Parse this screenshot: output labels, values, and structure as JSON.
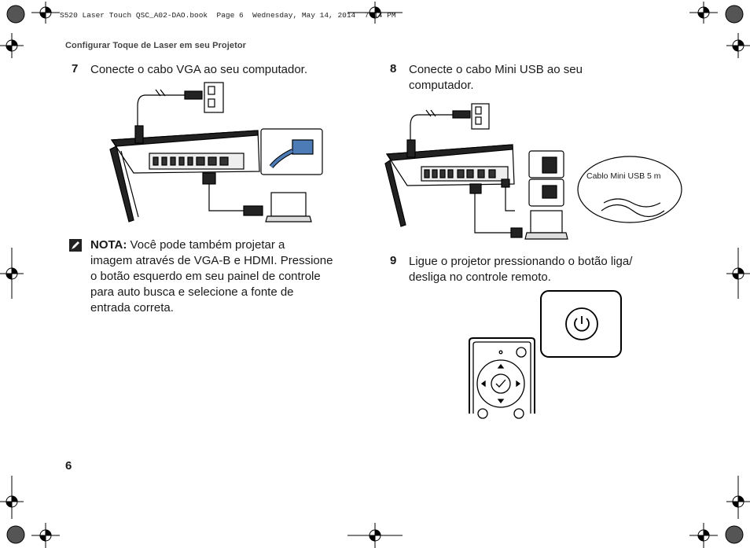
{
  "file_header": "S520 Laser Touch QSC_A02-DAO.book  Page 6  Wednesday, May 14, 2014  7:14 PM",
  "running_head": "Configurar Toque de Laser em seu Projetor",
  "steps": [
    {
      "number": "7",
      "text": "Conecte o cabo VGA ao seu computador."
    },
    {
      "number": "8",
      "text_line1": "Conecte o cabo Mini USB ao seu",
      "text_line2": "computador."
    },
    {
      "number": "9",
      "text_line1": "Ligue o projetor pressionando o botão liga/",
      "text_line2": "desliga no controle remoto."
    }
  ],
  "note": {
    "label": "NOTA:",
    "line1": " Você pode também projetar a",
    "line2": "imagem através de VGA-B e HDMI. Pressione",
    "line3": "o botão esquerdo em seu painel de controle",
    "line4": "para auto busca e selecione a fonte de",
    "line5": "entrada correta."
  },
  "usb_callout_label": "Cablo Mini USB 5 m",
  "page_number": "6",
  "icons": [
    "note-pencil-icon",
    "power-icon",
    "registration-mark-icon",
    "color-bar-icon"
  ]
}
